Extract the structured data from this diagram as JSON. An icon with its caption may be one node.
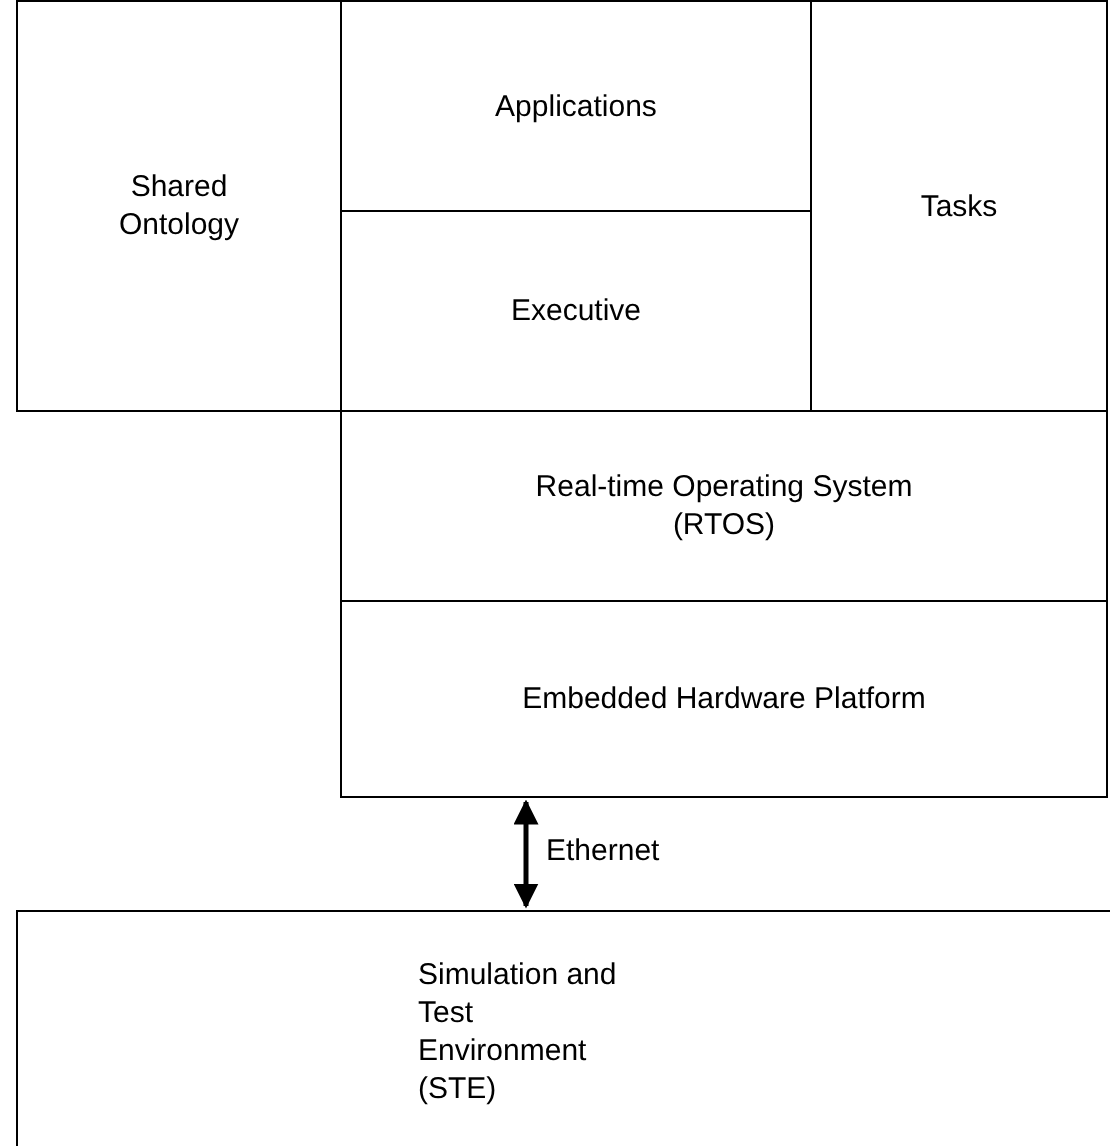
{
  "diagram": {
    "nodes": [
      {
        "text": [
          "Shared Ontology"
        ]
      },
      {
        "text": [
          "Applications"
        ]
      },
      {
        "text": [
          "Executive"
        ]
      },
      {
        "text": [
          "Tasks"
        ]
      },
      {
        "text": [
          "Real-time Operating System (RTOS)"
        ]
      },
      {
        "text": [
          "Embedded Hardware Platform"
        ]
      },
      {
        "text": [
          "Simulation and Test Environment (STE)"
        ]
      }
    ],
    "edges": [
      {
        "from": 5,
        "to": 6,
        "arrow": "both",
        "label": "Ethernet"
      }
    ]
  }
}
